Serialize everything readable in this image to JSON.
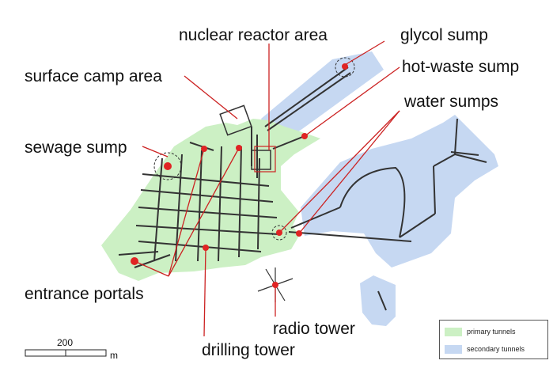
{
  "labels": {
    "nuclear_reactor_area": "nuclear reactor area",
    "glycol_sump": "glycol sump",
    "surface_camp_area": "surface camp area",
    "hot_waste_sump": "hot-waste sump",
    "water_sumps": "water sumps",
    "sewage_sump": "sewage sump",
    "entrance_portals": "entrance portals",
    "radio_tower": "radio tower",
    "drilling_tower": "drilling tower"
  },
  "legend": {
    "primary_label": "primary tunnels",
    "secondary_label": "secondary tunnels",
    "primary_color": "#ccf0c4",
    "secondary_color": "#c6d8f2"
  },
  "scale": {
    "value": "200",
    "unit": "m"
  },
  "colors": {
    "leader_line": "#cc2222",
    "marker": "#e02424",
    "tunnel_line": "#333333"
  }
}
